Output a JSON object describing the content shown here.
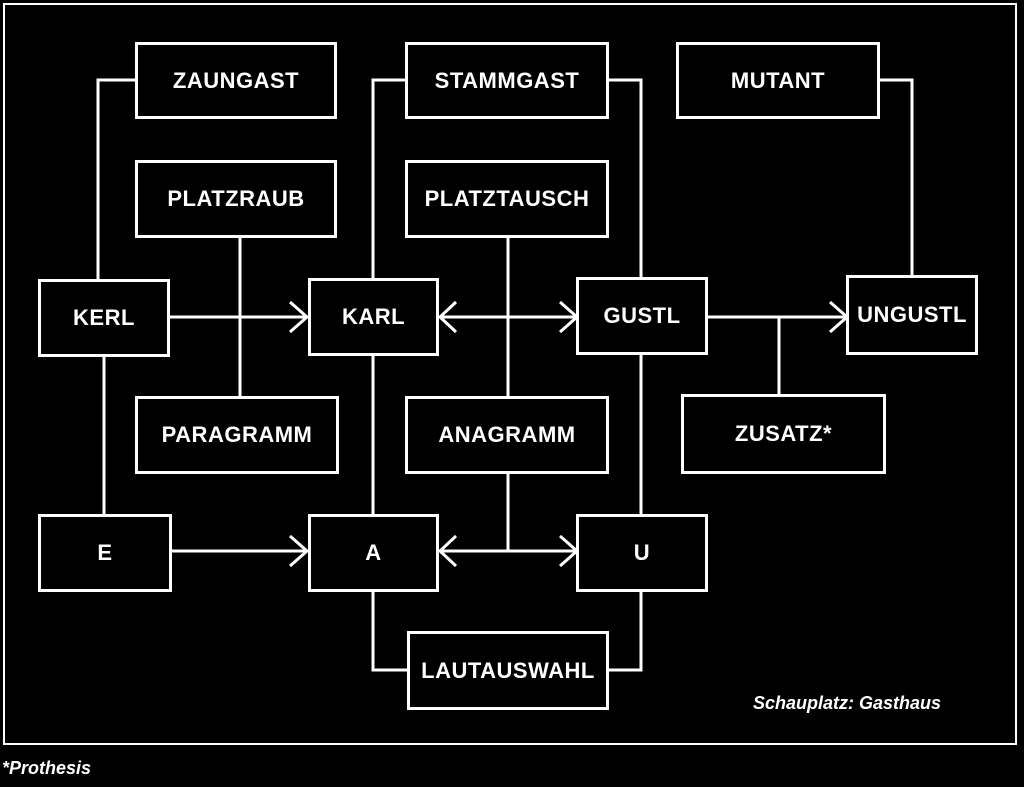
{
  "diagram": {
    "nodes": {
      "zaungast": "ZAUNGAST",
      "stammgast": "STAMMGAST",
      "mutant": "MUTANT",
      "platzraub": "PLATZRAUB",
      "platztausch": "PLATZTAUSCH",
      "kerl": "KERL",
      "karl": "KARL",
      "gustl": "GUSTL",
      "ungustl": "UNGUSTL",
      "paragramm": "PARAGRAMM",
      "anagramm": "ANAGRAMM",
      "zusatz": "ZUSATZ*",
      "e": "E",
      "a": "A",
      "u": "U",
      "lautauswahl": "LAUTAUSWAHL"
    },
    "caption": "Schauplatz: Gasthaus",
    "footnote": "*Prothesis"
  },
  "colors": {
    "background": "#000000",
    "foreground": "#ffffff"
  }
}
